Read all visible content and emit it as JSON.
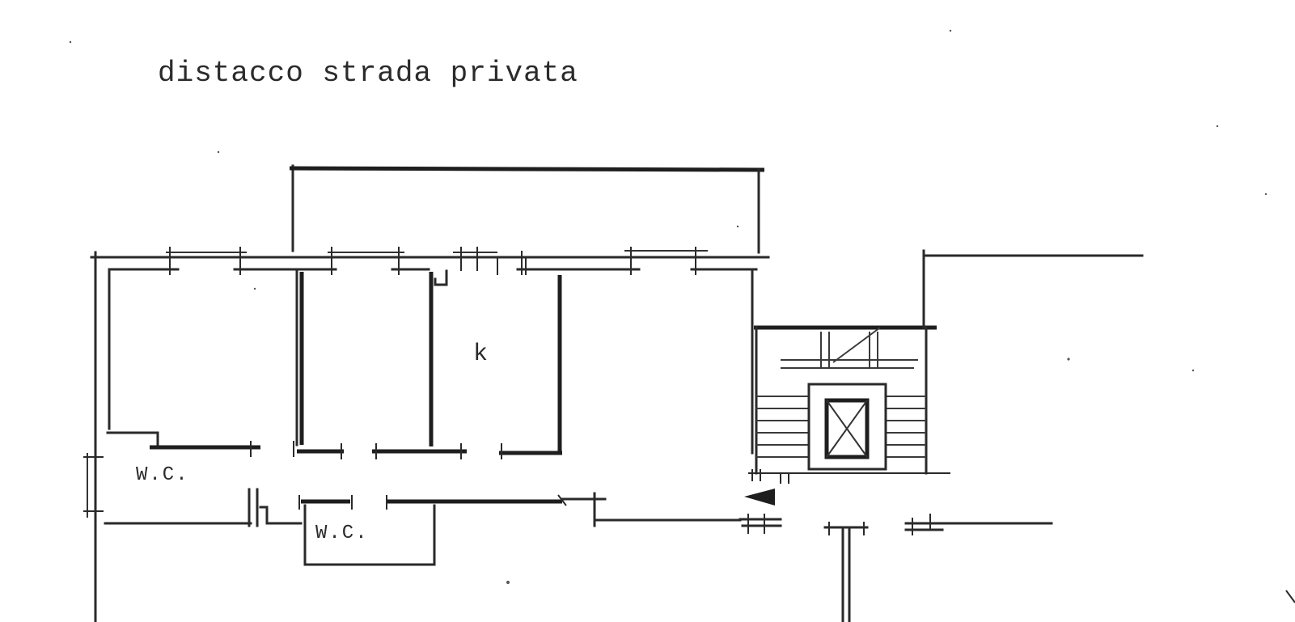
{
  "plan": {
    "title": "distacco strada privata",
    "rooms": {
      "wc_left": "W.C.",
      "wc_center": "W.C.",
      "kitchen": "k"
    }
  }
}
